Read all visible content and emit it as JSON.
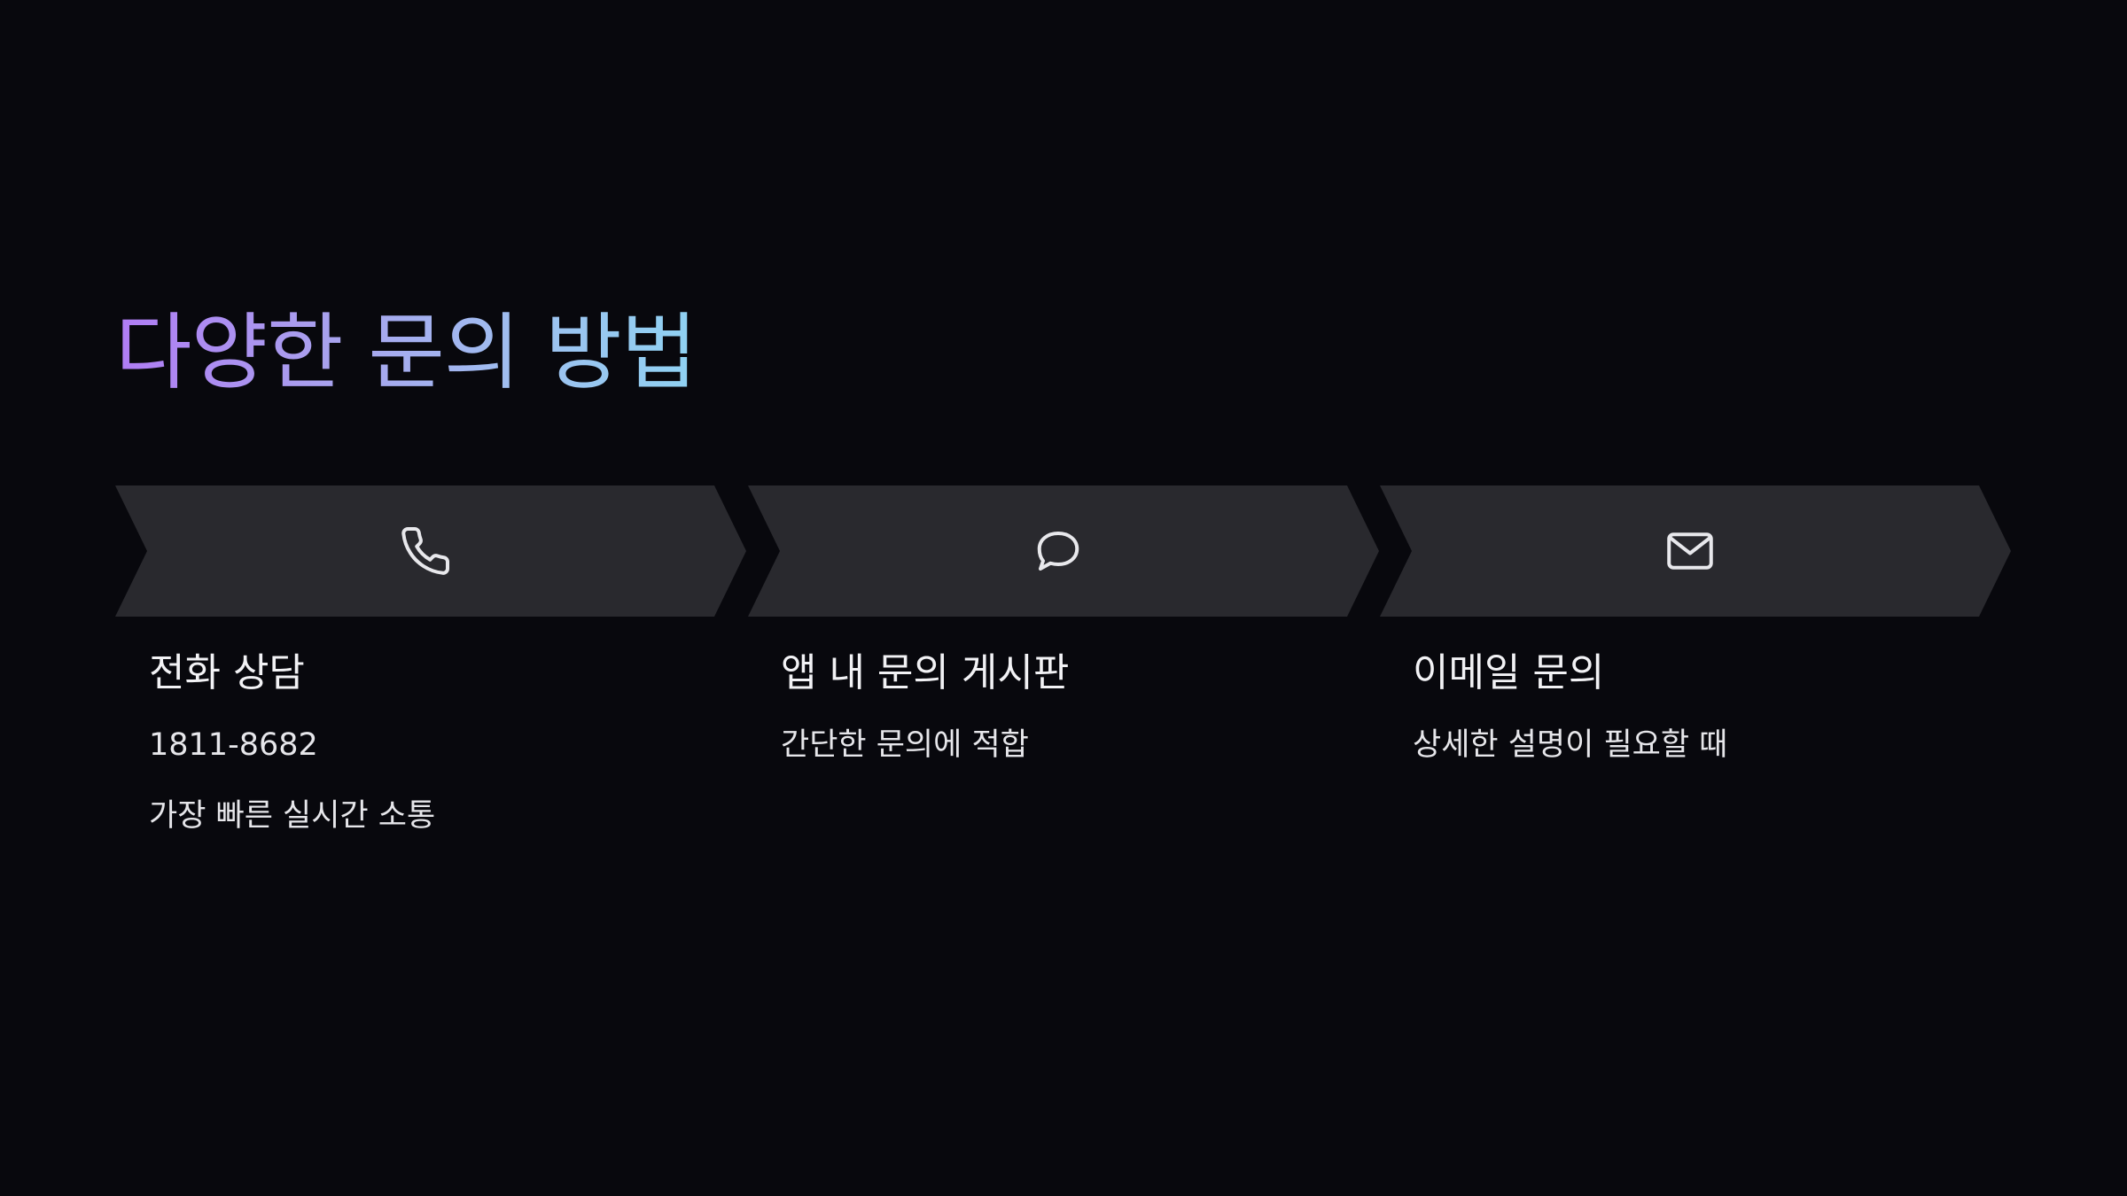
{
  "title": "다양한 문의 방법",
  "colors": {
    "background": "#08080d",
    "chevron_fill": "#29292e",
    "title_gradient": [
      "#b07cf5",
      "#8fd2f2"
    ],
    "text": "#f2f2f5",
    "icon_stroke": "#e8e8ec"
  },
  "methods": [
    {
      "icon": "phone-icon",
      "title": "전화 상담",
      "lines": [
        "1811-8682",
        "가장 빠른 실시간 소통"
      ]
    },
    {
      "icon": "chat-bubble-icon",
      "title": "앱 내 문의 게시판",
      "lines": [
        "간단한 문의에 적합"
      ]
    },
    {
      "icon": "mail-icon",
      "title": "이메일 문의",
      "lines": [
        "상세한 설명이 필요할 때"
      ]
    }
  ]
}
